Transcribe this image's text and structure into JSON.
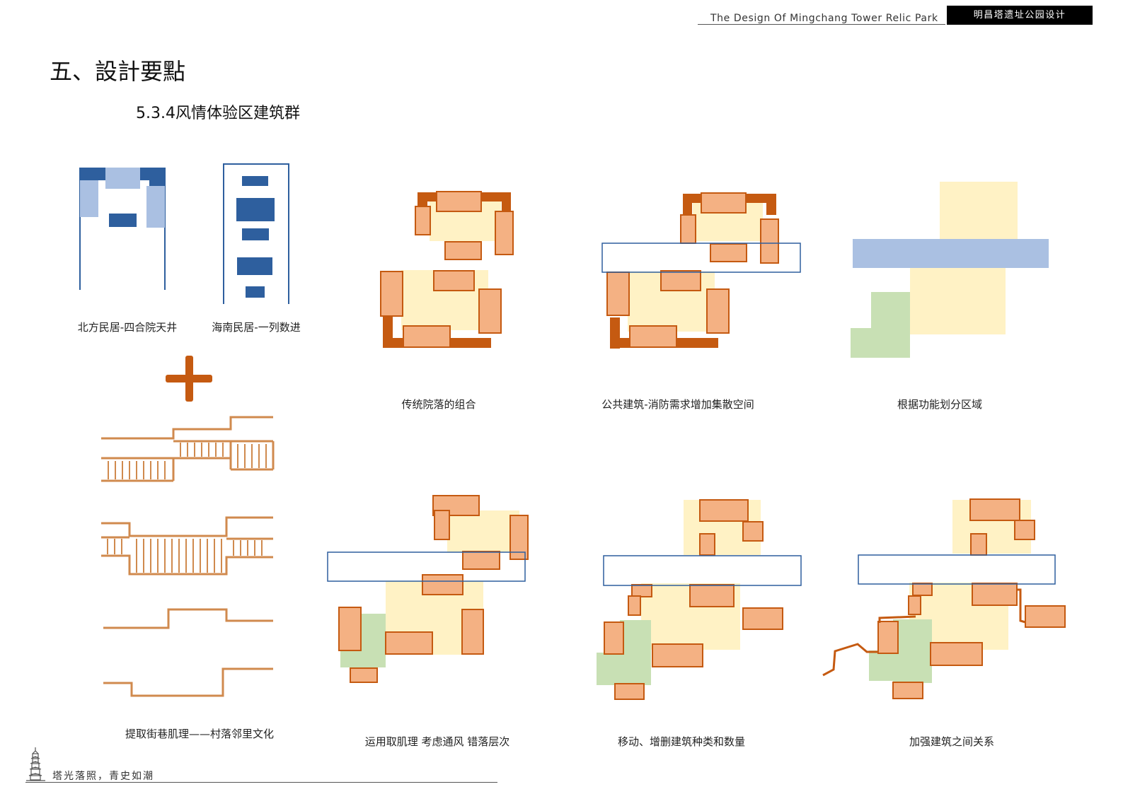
{
  "header": {
    "english_title": "The Design Of Mingchang Tower Relic Park",
    "chinese_title": "明昌塔遗址公园设计"
  },
  "section_heading": "五、設計要點",
  "subsection_title": "5.3.4风情体验区建筑群",
  "captions": {
    "northern_courtyard": "北方民居-四合院天井",
    "hainan_row": "海南民居-一列数进",
    "street_texture": "提取街巷肌理——村落邻里文化",
    "traditional_combination": "传统院落的组合",
    "public_building": "公共建筑-消防需求增加集散空间",
    "function_zoning": "根据功能划分区域",
    "ventilation": "运用取肌理 考虑通风 错落层次",
    "move_modify": "移动、增删建筑种类和数量",
    "strengthen": "加强建筑之间关系"
  },
  "footer": {
    "slogan": "塔光落照，青史如潮"
  },
  "colors": {
    "building_fill": "#f4b183",
    "building_stroke": "#c55a11",
    "courtyard_yellow": "#fff2c5",
    "green_zone": "#c8e0b4",
    "blue_light": "#aac0e2",
    "blue_dark": "#2e5f9e",
    "street_line": "#d08a4e"
  },
  "icons": {
    "plus": "plus-icon",
    "tower": "pagoda-tower-icon"
  }
}
